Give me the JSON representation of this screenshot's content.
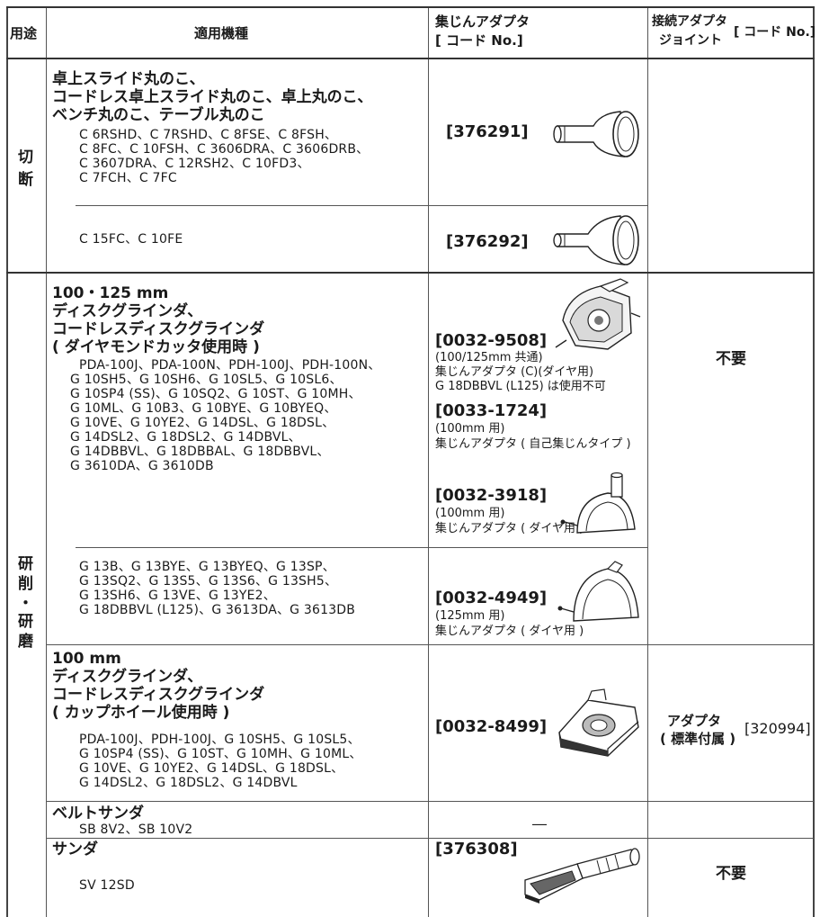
{
  "header": {
    "use": "用途",
    "models": "適用機種",
    "adapter_line1": "集じんアダプタ",
    "adapter_line2": "[ コード No.]",
    "joint_line1": "接続アダプタ",
    "joint_line2": "ジョイント",
    "joint_code": "[ コード No.]"
  },
  "categories": {
    "cutting": [
      "切",
      "断"
    ],
    "grinding": [
      "研",
      "削",
      "・",
      "研",
      "磨"
    ]
  },
  "rows": {
    "r1": {
      "title": [
        "卓上スライド丸のこ、",
        "コードレス卓上スライド丸のこ、卓上丸のこ、",
        "ベンチ丸のこ、テーブル丸のこ"
      ],
      "models": [
        "C 6RSHD、C 7RSHD、C 8FSE、C 8FSH、",
        "C 8FC、C 10FSH、C 3606DRA、C 3606DRB、",
        "C 3607DRA、C 12RSH2、C 10FD3、",
        "C 7FCH、C 7FC"
      ],
      "code": "[376291]"
    },
    "r2": {
      "models": "C 15FC、C 10FE",
      "code": "[376292]"
    },
    "r3": {
      "title": [
        "100・125 mm",
        "ディスクグラインダ、",
        "コードレスディスクグラインダ",
        "( ダイヤモンドカッタ使用時 )"
      ],
      "models": [
        "PDA-100J、PDA-100N、PDH-100J、PDH-100N、",
        "G 10SH5、G 10SH6、G 10SL5、G 10SL6、",
        "G 10SP4 (SS)、G 10SQ2、G 10ST、G 10MH、",
        "G 10ML、G 10B3、G 10BYE、G 10BYEQ、",
        "G 10VE、G 10YE2、G 14DSL、G 18DSL、",
        "G 14DSL2、G 18DSL2、G 14DBVL、",
        "G 14DBBVL、G 18DBBAL、G 18DBBVL、",
        "G 3610DA、G 3610DB"
      ],
      "code_a": "[0032-9508]",
      "note_a": [
        "(100/125mm 共通)",
        "集じんアダプタ (C)(ダイヤ用)",
        "G 18DBBVL (L125) は使用不可"
      ],
      "code_b": "[0033-1724]",
      "note_b": [
        "(100mm 用)",
        "集じんアダプタ ( 自己集じんタイプ )"
      ],
      "code_c": "[0032-3918]",
      "note_c": [
        "(100mm 用)",
        "集じんアダプタ ( ダイヤ用 )"
      ]
    },
    "r4": {
      "models": [
        "G 13B、G 13BYE、G 13BYEQ、G 13SP、",
        "G 13SQ2、G 13S5、G 13S6、G 13SH5、",
        "G 13SH6、G 13VE、G 13YE2、",
        "G 18DBBVL (L125)、G 3613DA、G 3613DB"
      ],
      "code": "[0032-4949]",
      "note": [
        "(125mm 用)",
        "集じんアダプタ ( ダイヤ用 )"
      ]
    },
    "r5": {
      "title": [
        "100 mm",
        "ディスクグラインダ、",
        "コードレスディスクグラインダ",
        "( カップホイール使用時 )"
      ],
      "models": [
        "PDA-100J、PDH-100J、G 10SH5、G 10SL5、",
        "G 10SP4 (SS)、G 10ST、G 10MH、G 10ML、",
        "G 10VE、G 10YE2、G 14DSL、G 18DSL、",
        "G 14DSL2、G 18DSL2、G 14DBVL"
      ],
      "code": "[0032-8499]",
      "joint": [
        "アダプタ",
        "( 標準付属 )"
      ],
      "joint_code": "[320994]"
    },
    "r6": {
      "title": "ベルトサンダ",
      "models": "SB 8V2、SB 10V2",
      "code": "―"
    },
    "r7": {
      "title": "サンダ",
      "models": "SV 12SD",
      "code": "[376308]",
      "joint": "不要"
    }
  },
  "joint_none": "不要"
}
